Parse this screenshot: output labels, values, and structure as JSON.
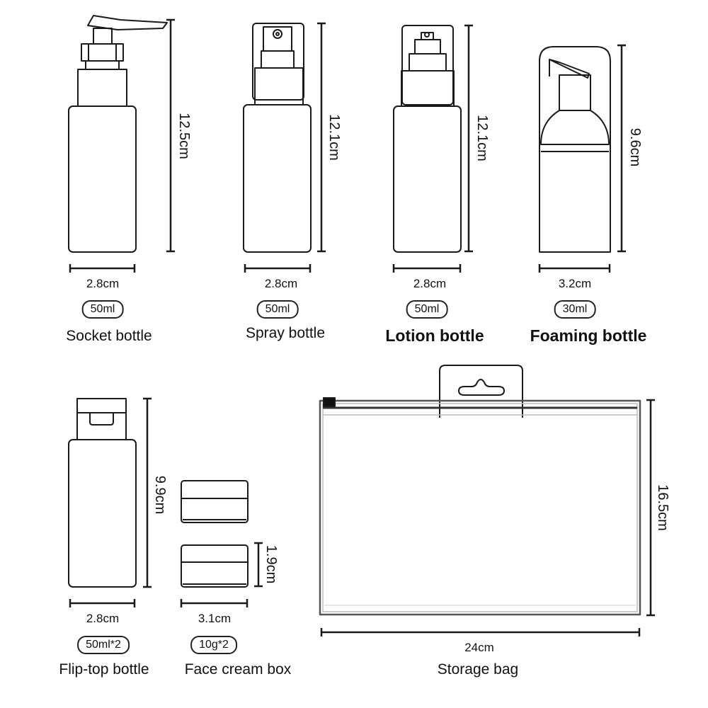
{
  "products": {
    "socket": {
      "height": "12.5cm",
      "width": "2.8cm",
      "capacity": "50ml",
      "name": "Socket bottle"
    },
    "spray": {
      "height": "12.1cm",
      "width": "2.8cm",
      "capacity": "50ml",
      "name": "Spray bottle"
    },
    "lotion": {
      "height": "12.1cm",
      "width": "2.8cm",
      "capacity": "50ml",
      "name": "Lotion bottle"
    },
    "foaming": {
      "height": "9.6cm",
      "width": "3.2cm",
      "capacity": "30ml",
      "name": "Foaming bottle"
    },
    "fliptop": {
      "height": "9.9cm",
      "width": "2.8cm",
      "capacity": "50ml*2",
      "name": "Flip-top bottle"
    },
    "cream": {
      "height": "1.9cm",
      "width": "3.1cm",
      "capacity": "10g*2",
      "name": "Face cream box"
    },
    "bag": {
      "height": "16.5cm",
      "width": "24cm",
      "name": "Storage bag"
    }
  },
  "colors": {
    "outline": "#1a1a1a",
    "zipper": "#555555",
    "background": "#ffffff"
  }
}
